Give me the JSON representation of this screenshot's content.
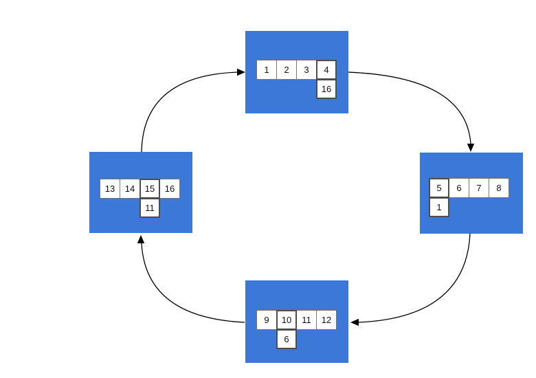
{
  "diagram": {
    "description": "Cycle of four sliding-puzzle states connected by clockwise curved arrows",
    "background_color": "#ffffff",
    "node_fill_color": "#3c78d8",
    "cell_fill_color": "#ffffff",
    "cell_border_color": "#757575",
    "active_cell_border_color": "#4d4d4d",
    "arrow_color": "#000000",
    "nodes": [
      {
        "id": "top",
        "row": [
          "1",
          "2",
          "3",
          "4"
        ],
        "active_row_value": "4",
        "below_value": "16",
        "below_under_column": 4
      },
      {
        "id": "right",
        "row": [
          "5",
          "6",
          "7",
          "8"
        ],
        "active_row_value": "5",
        "below_value": "1",
        "below_under_column": 1
      },
      {
        "id": "bottom",
        "row": [
          "9",
          "10",
          "11",
          "12"
        ],
        "active_row_value": "10",
        "below_value": "6",
        "below_under_column": 2
      },
      {
        "id": "left",
        "row": [
          "13",
          "14",
          "15",
          "16"
        ],
        "active_row_value": "15",
        "below_value": "11",
        "below_under_column": 3
      }
    ],
    "edges": [
      {
        "from": "left",
        "to": "top",
        "direction": "up-then-right"
      },
      {
        "from": "top",
        "to": "right",
        "direction": "right-then-down"
      },
      {
        "from": "right",
        "to": "bottom",
        "direction": "down-then-left"
      },
      {
        "from": "bottom",
        "to": "left",
        "direction": "left-then-up"
      }
    ]
  }
}
